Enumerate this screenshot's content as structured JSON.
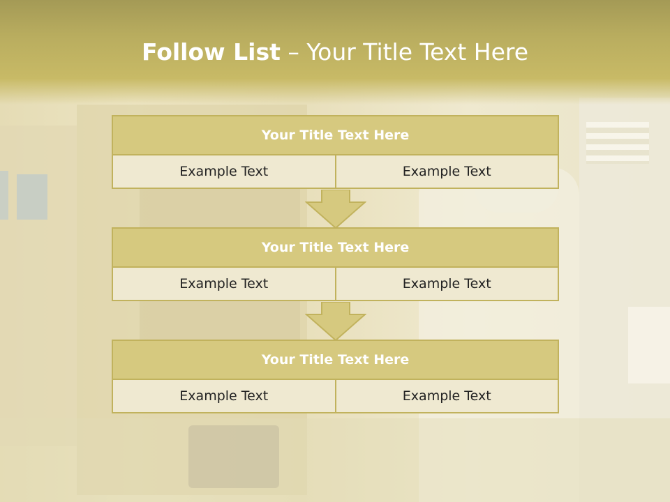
{
  "slide": {
    "title_bold": "Follow List",
    "title_rest": " – Your Title Text Here"
  },
  "colors": {
    "header": "#b9ad5f",
    "box_title_fill": "#d6c97f",
    "box_border": "#c1b25d",
    "box_cell_fill": "#efe9d1",
    "arrow_fill": "#d6c97f"
  },
  "blocks": [
    {
      "title": "Your Title Text Here",
      "cells": [
        "Example Text",
        "Example Text"
      ]
    },
    {
      "title": "Your Title Text Here",
      "cells": [
        "Example Text",
        "Example Text"
      ]
    },
    {
      "title": "Your Title Text Here",
      "cells": [
        "Example Text",
        "Example Text"
      ]
    }
  ],
  "connectors": [
    {
      "icon": "arrow-down-icon"
    },
    {
      "icon": "arrow-down-icon"
    }
  ]
}
